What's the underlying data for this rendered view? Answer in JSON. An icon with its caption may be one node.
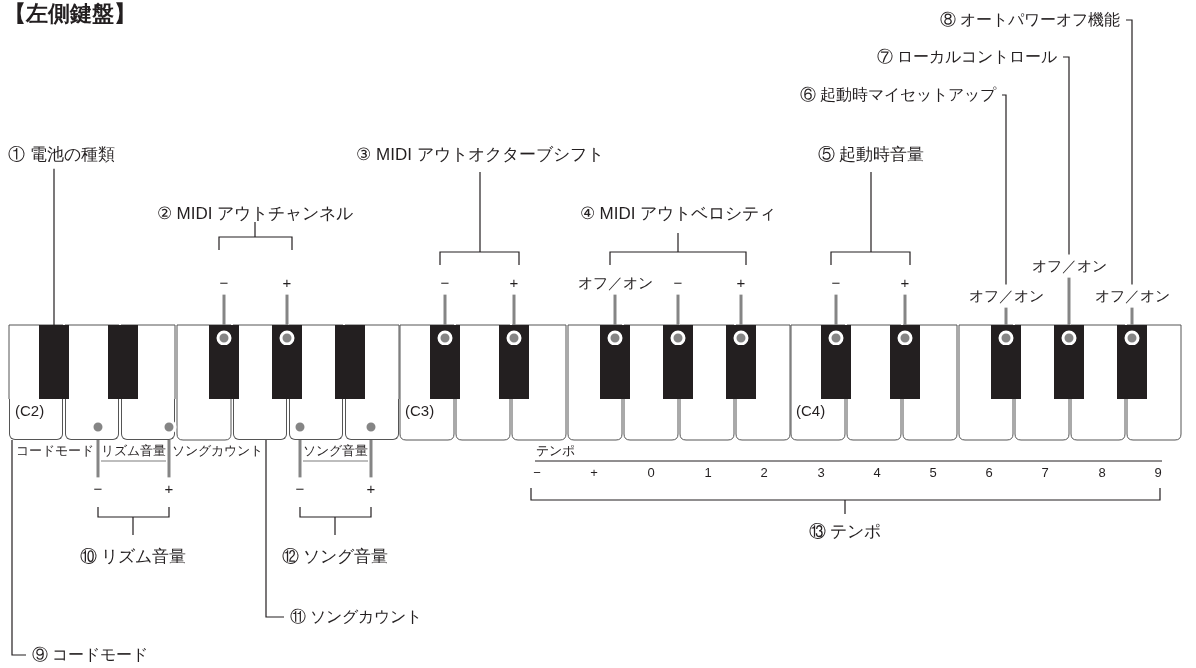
{
  "diagram": {
    "title": "【左側鍵盤】",
    "nodes": [
      {
        "text": [
          "⑧ オートパワーオフ機能"
        ]
      },
      {
        "text": [
          "⑦ ローカルコントロール"
        ]
      },
      {
        "text": [
          "⑥ 起動時マイセットアップ"
        ]
      },
      {
        "text": [
          "① 電池の種類"
        ]
      },
      {
        "text": [
          "オフ／オン"
        ]
      },
      {
        "text": [
          "−"
        ]
      },
      {
        "text": [
          "+"
        ]
      },
      {
        "text": [
          "−"
        ]
      },
      {
        "text": [
          "+"
        ]
      },
      {
        "text": [
          "オフ／オン"
        ]
      },
      {
        "text": [
          "−"
        ]
      },
      {
        "text": [
          "+"
        ]
      },
      {
        "text": [
          "−"
        ]
      },
      {
        "text": [
          "+"
        ]
      },
      {
        "text": [
          "オフ／オン"
        ]
      },
      {
        "text": [
          "オフ／オン"
        ]
      },
      {
        "text": [
          "−"
        ]
      },
      {
        "text": [
          "+"
        ]
      },
      {
        "text": [
          "−"
        ]
      },
      {
        "text": [
          "+"
        ]
      },
      {
        "text": [
          "⑪ ソングカウント"
        ]
      },
      {
        "text": [
          "⑨ コードモード"
        ]
      },
      {
        "text": [],
        "shape": "box"
      },
      {
        "text": [],
        "shape": "box"
      },
      {
        "text": [],
        "shape": "box"
      },
      {
        "text": [],
        "shape": "box"
      },
      {
        "text": [],
        "shape": "box"
      },
      {
        "text": [],
        "shape": "box"
      },
      {
        "text": [],
        "shape": "box"
      },
      {
        "text": [],
        "shape": "box"
      },
      {
        "text": [],
        "shape": "box"
      },
      {
        "text": [],
        "shape": "box"
      },
      {
        "text": [],
        "shape": "box"
      },
      {
        "text": [],
        "shape": "box"
      },
      {
        "text": [],
        "shape": "box"
      },
      {
        "text": [
          "(C2)"
        ]
      },
      {
        "text": [],
        "shape": "box"
      },
      {
        "text": [],
        "shape": "box"
      },
      {
        "text": [],
        "shape": "box"
      },
      {
        "text": [],
        "shape": "box"
      },
      {
        "text": [],
        "shape": "box"
      }
    ],
    "edges": [
      {
        "from": 0,
        "to": 15,
        "arrow": "none",
        "color": "#231f20"
      },
      {
        "from": 1,
        "to": 4,
        "arrow": "none",
        "color": "#231f20"
      },
      {
        "from": 2,
        "to": 14,
        "arrow": "none",
        "color": "#231f20"
      },
      {
        "from": 3,
        "to": 22,
        "arrow": "none",
        "color": "#231f20"
      },
      {
        "from": 4,
        "to": 33,
        "arrow": "other"
      },
      {
        "from": 5,
        "to": 23,
        "arrow": "other"
      },
      {
        "from": 6,
        "to": 24,
        "arrow": "other"
      },
      {
        "from": 7,
        "to": 25,
        "arrow": "other"
      },
      {
        "from": 8,
        "to": 26,
        "arrow": "other"
      },
      {
        "from": 9,
        "to": 27,
        "arrow": "other"
      },
      {
        "from": 10,
        "to": 28,
        "arrow": "other"
      },
      {
        "from": 11,
        "to": 29,
        "arrow": "other"
      },
      {
        "from": 12,
        "to": 30,
        "arrow": "other"
      },
      {
        "from": 13,
        "to": 31,
        "arrow": "other"
      },
      {
        "from": 14,
        "to": 32,
        "arrow": "other"
      },
      {
        "from": 15,
        "to": 34,
        "arrow": "other"
      },
      {
        "from": 36,
        "to": 16,
        "arrow": "other"
      },
      {
        "from": 37,
        "to": 17,
        "arrow": "other"
      },
      {
        "from": 39,
        "to": 18,
        "arrow": "other"
      },
      {
        "from": 40,
        "to": 19,
        "arrow": "other"
      },
      {
        "from": 38,
        "to": 20,
        "arrow": "none",
        "color": "#231f20"
      },
      {
        "from": 35,
        "to": 21,
        "arrow": "none",
        "color": "#231f20"
      }
    ],
    "labels": [
      "③ MIDI アウトオクターブシフト",
      "⑤ 起動時音量",
      "② MIDI アウトチャンネル",
      "④ MIDI アウトベロシティ",
      "(C3)",
      "(C4)",
      "コードモード",
      "リズム音量",
      "ソングカウント",
      "ソング音量",
      "テンポ",
      "−",
      "+",
      "0",
      "1",
      "2",
      "3",
      "4",
      "5",
      "6",
      "7",
      "8",
      "9",
      "⑬ テンポ",
      "⑩ リズム音量",
      "⑫ ソング音量"
    ]
  }
}
